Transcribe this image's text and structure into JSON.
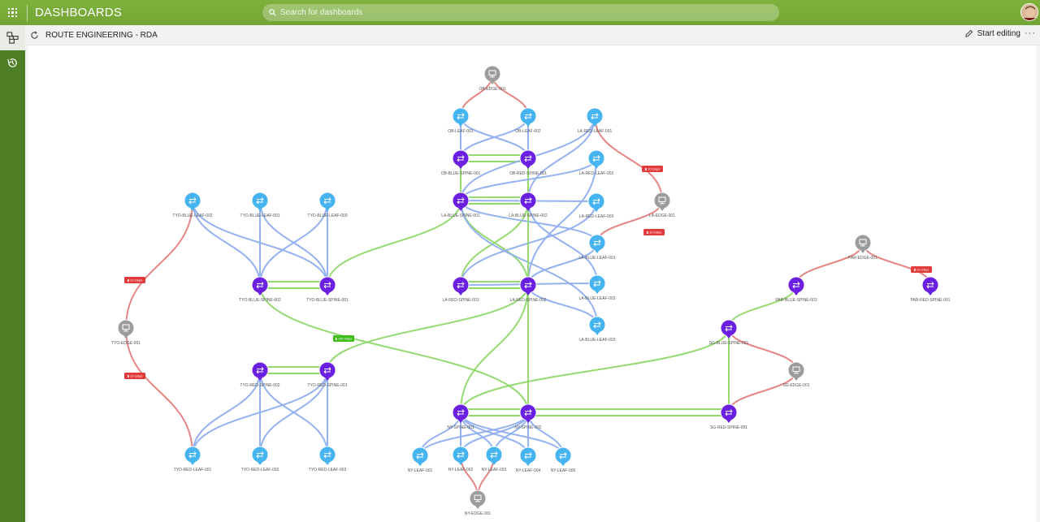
{
  "app": {
    "title": "DASHBOARDS"
  },
  "search": {
    "placeholder": "Search for dashboards"
  },
  "dashboard": {
    "title": "ROUTE ENGINEERING - RDA",
    "edit_label": "Start editing",
    "more_label": "···"
  },
  "colors": {
    "accent": "#76ab36",
    "sidebar": "#4d7d25",
    "leaf": "#45b4f1",
    "spine": "#6b1fe0",
    "edge": "#9c9c9c",
    "link_blue": "#8faef0",
    "link_green": "#8fd86a",
    "link_red": "#e57f80",
    "badge_red": "#e23b3b",
    "badge_green": "#3ebd1a"
  },
  "icons": {
    "waffle": "app-launcher-icon",
    "search": "search-icon",
    "topology": "topology-icon",
    "history": "history-icon",
    "refresh": "refresh-icon",
    "pencil": "pencil-icon",
    "switch": "switch-icon",
    "router": "server-icon"
  },
  "graph": {
    "nodes": [
      {
        "id": "OB-EDGE-001",
        "type": "edge",
        "label": "OB-EDGE-001"
      },
      {
        "id": "OB-LEAF-001",
        "type": "leaf",
        "label": "OB-LEAF-001"
      },
      {
        "id": "OB-LEAF-002",
        "type": "leaf",
        "label": "OB-LEAF-002"
      },
      {
        "id": "OB-BLUE-SPINE-001",
        "type": "spine",
        "label": "OB-BLUE-SPINE-001"
      },
      {
        "id": "OB-RED-SPINE-001",
        "type": "spine",
        "label": "OB-RED-SPINE-001"
      },
      {
        "id": "LA-BLUE-SPINE-001",
        "type": "spine",
        "label": "LA-BLUE-SPINE-001"
      },
      {
        "id": "LA-BLUE-SPINE-002",
        "type": "spine",
        "label": "LA-BLUE-SPINE-002"
      },
      {
        "id": "LA-RED-SPINE-001",
        "type": "spine",
        "label": "LA-RED-SPINE-001"
      },
      {
        "id": "LA-RED-SPINE-002",
        "type": "spine",
        "label": "LA-RED-SPINE-002"
      },
      {
        "id": "LA-RED-LEAF-001",
        "type": "leaf",
        "label": "LA-RED-LEAF-001"
      },
      {
        "id": "LA-RED-LEAF-002",
        "type": "leaf",
        "label": "LA-RED-LEAF-002"
      },
      {
        "id": "LA-RED-LEAF-003",
        "type": "leaf",
        "label": "LA-RED-LEAF-003"
      },
      {
        "id": "LA-EDGE-001",
        "type": "edge",
        "label": "LA-EDGE-001"
      },
      {
        "id": "LA-BLUE-LEAF-001",
        "type": "leaf",
        "label": "LA-BLUE-LEAF-001"
      },
      {
        "id": "LA-BLUE-LEAF-002",
        "type": "leaf",
        "label": "LA-BLUE-LEAF-002"
      },
      {
        "id": "LA-BLUE-LEAF-003",
        "type": "leaf",
        "label": "LA-BLUE-LEAF-003"
      },
      {
        "id": "TYO-BLUE-LEAF-002",
        "type": "leaf",
        "label": "TYO-BLUE-LEAF-002"
      },
      {
        "id": "TYO-BLUE-LEAF-001",
        "type": "leaf",
        "label": "TYO-BLUE-LEAF-001"
      },
      {
        "id": "TYO-BLUE-LEAF-003",
        "type": "leaf",
        "label": "TYO-BLUE-LEAF-003"
      },
      {
        "id": "TYO-BLUE-SPINE-002",
        "type": "spine",
        "label": "TYO-BLUE-SPINE-002"
      },
      {
        "id": "TYO-BLUE-SPINE-001",
        "type": "spine",
        "label": "TYO-BLUE-SPINE-001"
      },
      {
        "id": "TYO-EDGE-001",
        "type": "edge",
        "label": "TYO-EDGE-001"
      },
      {
        "id": "TYO-RED-SPINE-002",
        "type": "spine",
        "label": "TYO-RED-SPINE-002"
      },
      {
        "id": "TYO-RED-SPINE-001",
        "type": "spine",
        "label": "TYO-RED-SPINE-001"
      },
      {
        "id": "TYO-RED-LEAF-001",
        "type": "leaf",
        "label": "TYO-RED-LEAF-001"
      },
      {
        "id": "TYO-RED-LEAF-002",
        "type": "leaf",
        "label": "TYO-RED-LEAF-002"
      },
      {
        "id": "TYO-RED-LEAF-003",
        "type": "leaf",
        "label": "TYO-RED-LEAF-003"
      },
      {
        "id": "NY-SPINE-001",
        "type": "spine",
        "label": "NY-SPINE-001"
      },
      {
        "id": "NY-SPINE-002",
        "type": "spine",
        "label": "NY-SPINE-002"
      },
      {
        "id": "NY-LEAF-001",
        "type": "leaf",
        "label": "NY-LEAF-001"
      },
      {
        "id": "NY-LEAF-002",
        "type": "leaf",
        "label": "NY-LEAF-002"
      },
      {
        "id": "NY-LEAF-003",
        "type": "leaf",
        "label": "NY-LEAF-003"
      },
      {
        "id": "NY-LEAF-004",
        "type": "leaf",
        "label": "NY-LEAF-004"
      },
      {
        "id": "NY-LEAF-005",
        "type": "leaf",
        "label": "NY-LEAF-005"
      },
      {
        "id": "NY-EDGE-001",
        "type": "edge",
        "label": "NY-EDGE-001"
      },
      {
        "id": "PAR-EDGE-001",
        "type": "edge",
        "label": "PAR-EDGE-001"
      },
      {
        "id": "PAR-BLUE-SPINE-001",
        "type": "spine",
        "label": "PAR-BLUE-SPINE-001"
      },
      {
        "id": "PAR-RED-SPINE-001",
        "type": "spine",
        "label": "PAR-RED-SPINE-001"
      },
      {
        "id": "SG-BLUE-SPINE-001",
        "type": "spine",
        "label": "SG-BLUE-SPINE-001"
      },
      {
        "id": "SG-EDGE-001",
        "type": "edge",
        "label": "SG-EDGE-001"
      },
      {
        "id": "SG-RED-SPINE-001",
        "type": "spine",
        "label": "SG-RED-SPINE-001"
      }
    ],
    "links": [
      [
        "OB-EDGE-001",
        "OB-LEAF-001",
        "red"
      ],
      [
        "OB-EDGE-001",
        "OB-LEAF-002",
        "red"
      ],
      [
        "OB-LEAF-001",
        "OB-BLUE-SPINE-001",
        "blue"
      ],
      [
        "OB-LEAF-001",
        "OB-RED-SPINE-001",
        "blue"
      ],
      [
        "OB-LEAF-002",
        "OB-BLUE-SPINE-001",
        "blue"
      ],
      [
        "OB-LEAF-002",
        "OB-RED-SPINE-001",
        "blue"
      ],
      [
        "OB-BLUE-SPINE-001",
        "OB-RED-SPINE-001",
        "green"
      ],
      [
        "OB-BLUE-SPINE-001",
        "LA-BLUE-SPINE-001",
        "green"
      ],
      [
        "OB-RED-SPINE-001",
        "LA-BLUE-SPINE-002",
        "green"
      ],
      [
        "LA-BLUE-SPINE-001",
        "LA-BLUE-SPINE-002",
        "green"
      ],
      [
        "LA-RED-SPINE-001",
        "LA-RED-SPINE-002",
        "green"
      ],
      [
        "LA-BLUE-SPINE-001",
        "LA-RED-SPINE-002",
        "green"
      ],
      [
        "LA-BLUE-SPINE-002",
        "LA-RED-SPINE-001",
        "green"
      ],
      [
        "LA-RED-LEAF-001",
        "LA-BLUE-SPINE-002",
        "blue"
      ],
      [
        "LA-RED-LEAF-001",
        "LA-BLUE-SPINE-001",
        "blue"
      ],
      [
        "LA-RED-LEAF-002",
        "LA-BLUE-SPINE-001",
        "blue"
      ],
      [
        "LA-RED-LEAF-002",
        "LA-RED-SPINE-002",
        "blue"
      ],
      [
        "LA-RED-LEAF-003",
        "LA-BLUE-SPINE-001",
        "blue"
      ],
      [
        "LA-RED-LEAF-003",
        "LA-RED-SPINE-001",
        "blue"
      ],
      [
        "LA-BLUE-LEAF-001",
        "LA-BLUE-SPINE-001",
        "blue"
      ],
      [
        "LA-BLUE-LEAF-001",
        "LA-RED-SPINE-002",
        "blue"
      ],
      [
        "LA-BLUE-LEAF-002",
        "LA-RED-SPINE-001",
        "blue"
      ],
      [
        "LA-BLUE-LEAF-002",
        "LA-BLUE-SPINE-002",
        "blue"
      ],
      [
        "LA-BLUE-LEAF-003",
        "LA-RED-SPINE-002",
        "blue"
      ],
      [
        "LA-BLUE-LEAF-003",
        "LA-BLUE-SPINE-001",
        "blue"
      ],
      [
        "LA-RED-LEAF-001",
        "LA-EDGE-001",
        "red"
      ],
      [
        "LA-EDGE-001",
        "LA-BLUE-LEAF-001",
        "red"
      ],
      [
        "LA-BLUE-SPINE-001",
        "TYO-BLUE-SPINE-001",
        "green"
      ],
      [
        "TYO-BLUE-LEAF-002",
        "TYO-BLUE-SPINE-002",
        "blue"
      ],
      [
        "TYO-BLUE-LEAF-002",
        "TYO-BLUE-SPINE-001",
        "blue"
      ],
      [
        "TYO-BLUE-LEAF-001",
        "TYO-BLUE-SPINE-002",
        "blue"
      ],
      [
        "TYO-BLUE-LEAF-001",
        "TYO-BLUE-SPINE-001",
        "blue"
      ],
      [
        "TYO-BLUE-LEAF-003",
        "TYO-BLUE-SPINE-002",
        "blue"
      ],
      [
        "TYO-BLUE-LEAF-003",
        "TYO-BLUE-SPINE-001",
        "blue"
      ],
      [
        "TYO-BLUE-SPINE-002",
        "TYO-BLUE-SPINE-001",
        "green"
      ],
      [
        "TYO-BLUE-LEAF-002",
        "TYO-EDGE-001",
        "red"
      ],
      [
        "TYO-EDGE-001",
        "TYO-RED-LEAF-001",
        "red"
      ],
      [
        "TYO-RED-SPINE-002",
        "TYO-RED-SPINE-001",
        "green"
      ],
      [
        "TYO-RED-LEAF-001",
        "TYO-RED-SPINE-002",
        "blue"
      ],
      [
        "TYO-RED-LEAF-001",
        "TYO-RED-SPINE-001",
        "blue"
      ],
      [
        "TYO-RED-LEAF-002",
        "TYO-RED-SPINE-002",
        "blue"
      ],
      [
        "TYO-RED-LEAF-002",
        "TYO-RED-SPINE-001",
        "blue"
      ],
      [
        "TYO-RED-LEAF-003",
        "TYO-RED-SPINE-002",
        "blue"
      ],
      [
        "TYO-RED-LEAF-003",
        "TYO-RED-SPINE-001",
        "blue"
      ],
      [
        "TYO-BLUE-SPINE-002",
        "NY-SPINE-002",
        "green"
      ],
      [
        "TYO-RED-SPINE-001",
        "LA-RED-SPINE-002",
        "green"
      ],
      [
        "LA-RED-SPINE-002",
        "NY-SPINE-001",
        "green"
      ],
      [
        "LA-BLUE-SPINE-002",
        "NY-SPINE-002",
        "green"
      ],
      [
        "NY-SPINE-001",
        "NY-SPINE-002",
        "green"
      ],
      [
        "NY-SPINE-001",
        "SG-BLUE-SPINE-001",
        "green"
      ],
      [
        "NY-SPINE-002",
        "SG-RED-SPINE-001",
        "green"
      ],
      [
        "NY-SPINE-001",
        "NY-LEAF-001",
        "blue"
      ],
      [
        "NY-SPINE-001",
        "NY-LEAF-002",
        "blue"
      ],
      [
        "NY-SPINE-001",
        "NY-LEAF-003",
        "blue"
      ],
      [
        "NY-SPINE-001",
        "NY-LEAF-004",
        "blue"
      ],
      [
        "NY-SPINE-001",
        "NY-LEAF-005",
        "blue"
      ],
      [
        "NY-SPINE-002",
        "NY-LEAF-001",
        "blue"
      ],
      [
        "NY-SPINE-002",
        "NY-LEAF-002",
        "blue"
      ],
      [
        "NY-SPINE-002",
        "NY-LEAF-003",
        "blue"
      ],
      [
        "NY-SPINE-002",
        "NY-LEAF-004",
        "blue"
      ],
      [
        "NY-SPINE-002",
        "NY-LEAF-005",
        "blue"
      ],
      [
        "NY-LEAF-002",
        "NY-EDGE-001",
        "red"
      ],
      [
        "NY-LEAF-003",
        "NY-EDGE-001",
        "red"
      ],
      [
        "PAR-EDGE-001",
        "PAR-BLUE-SPINE-001",
        "red"
      ],
      [
        "PAR-EDGE-001",
        "PAR-RED-SPINE-001",
        "red"
      ],
      [
        "PAR-BLUE-SPINE-001",
        "SG-BLUE-SPINE-001",
        "green"
      ],
      [
        "SG-BLUE-SPINE-001",
        "SG-RED-SPINE-001",
        "green"
      ],
      [
        "SG-BLUE-SPINE-001",
        "SG-EDGE-001",
        "red"
      ],
      [
        "SG-EDGE-001",
        "SG-RED-SPINE-001",
        "red"
      ]
    ],
    "badges": [
      {
        "color": "red",
        "text": "▮ 10 Gbps"
      },
      {
        "color": "red",
        "text": "▮ 10 Gbps"
      },
      {
        "color": "red",
        "text": "▮ 10 Gbps"
      },
      {
        "color": "red",
        "text": "▮ 10 Gbps"
      },
      {
        "color": "red",
        "text": "▮ 10 Gbps"
      },
      {
        "color": "green",
        "text": "▮ 100 Gbps"
      }
    ]
  }
}
